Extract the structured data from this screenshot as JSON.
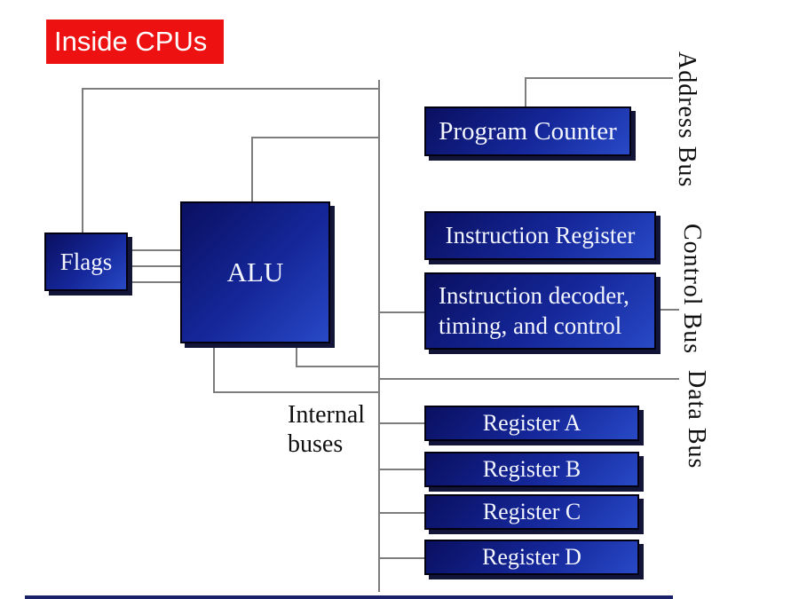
{
  "slide": {
    "title": "Inside CPUs"
  },
  "blocks": {
    "flags": "Flags",
    "alu": "ALU",
    "program_counter": "Program Counter",
    "instruction_register": "Instruction Register",
    "decoder": {
      "line1": "Instruction decoder,",
      "line2": "timing, and control"
    },
    "registers": [
      {
        "label": "Register A"
      },
      {
        "label": "Register B"
      },
      {
        "label": "Register C"
      },
      {
        "label": "Register D"
      }
    ]
  },
  "bus_labels": {
    "address": "Address Bus",
    "control": "Control Bus",
    "data": "Data Bus"
  },
  "annotations": {
    "internal_buses": {
      "line1": "Internal",
      "line2": "buses"
    }
  },
  "colors": {
    "title_bg": "#ee1111",
    "title_text": "#ffffff",
    "box_gradient_dark": "#0a1060",
    "box_gradient_light": "#2849c6",
    "box_border": "#000010",
    "box_shadow": "#121438",
    "box_text": "#f3f5ff",
    "connector_line": "#7d7d7d",
    "bus_label_text": "#101010"
  }
}
